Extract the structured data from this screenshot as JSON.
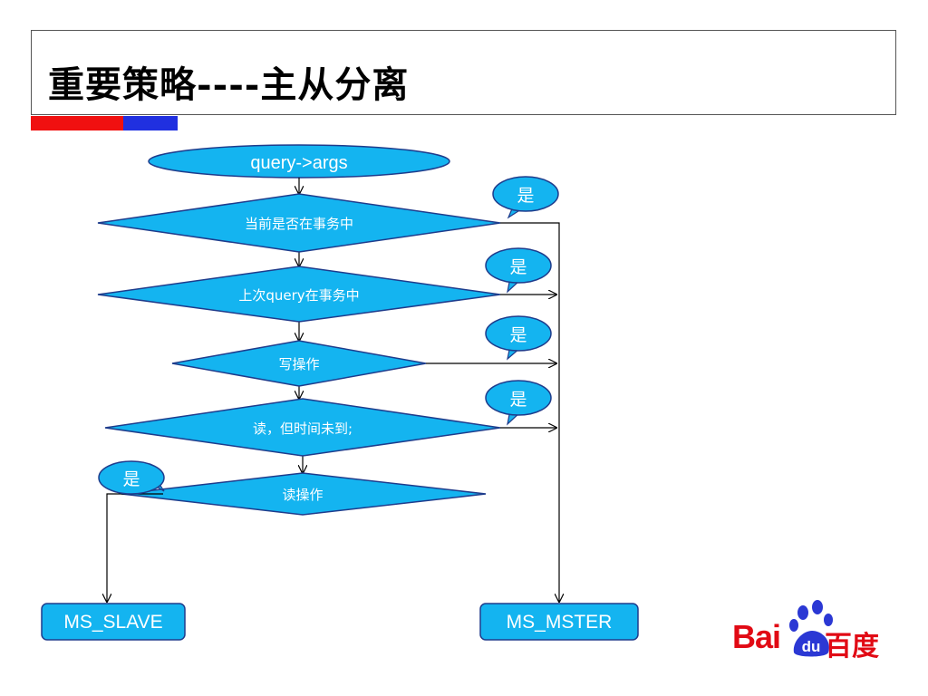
{
  "slide": {
    "title": "重要策略----主从分离"
  },
  "flow": {
    "start": "query->args",
    "decisions": [
      "当前是否在事务中",
      "上次query在事务中",
      "写操作",
      "读，但时间未到;",
      "读操作"
    ],
    "yes_label": "是",
    "terminal_slave": "MS_SLAVE",
    "terminal_master": "MS_MSTER"
  },
  "colors": {
    "fill": "#14b4f0",
    "stroke": "#1e3c8c",
    "accent_red": "#f01010",
    "accent_blue": "#2030e0",
    "logo_red": "#e10a14",
    "logo_blue": "#2b38d4"
  },
  "logo": {
    "text_latin": "Bai",
    "text_mark": "du",
    "text_cn": "百度"
  }
}
